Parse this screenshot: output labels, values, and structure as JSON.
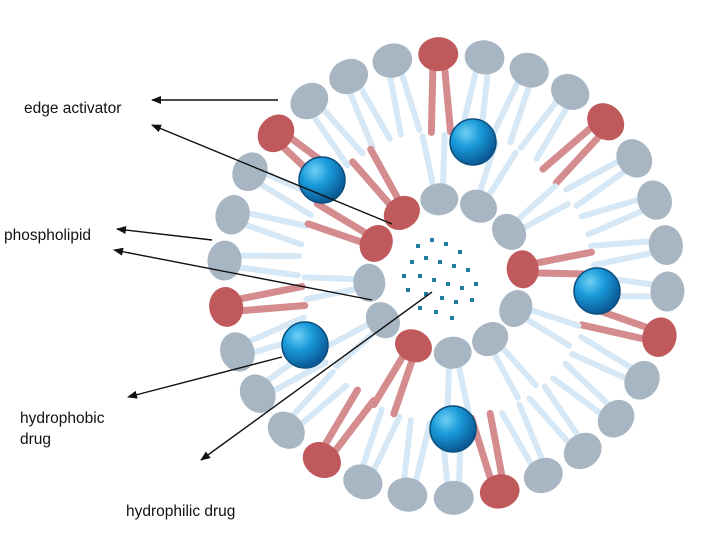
{
  "labels": {
    "edge_activator": "edge activator",
    "phospholipid": "phospholipid",
    "hydrophobic_drug_line1": "hydrophobic",
    "hydrophobic_drug_line2": "drug",
    "hydrophilic_drug": "hydrophilic drug"
  },
  "colors": {
    "phospholipid_head": "#a7b6c2",
    "edge_activator_head": "#c0595b",
    "lipid_tail": "#d6e8f5",
    "activator_tail": "#d48c8f",
    "drug_sphere": "#1a8fd0",
    "hydrophilic_dot": "#1f7f9e",
    "arrow": "#111111"
  }
}
